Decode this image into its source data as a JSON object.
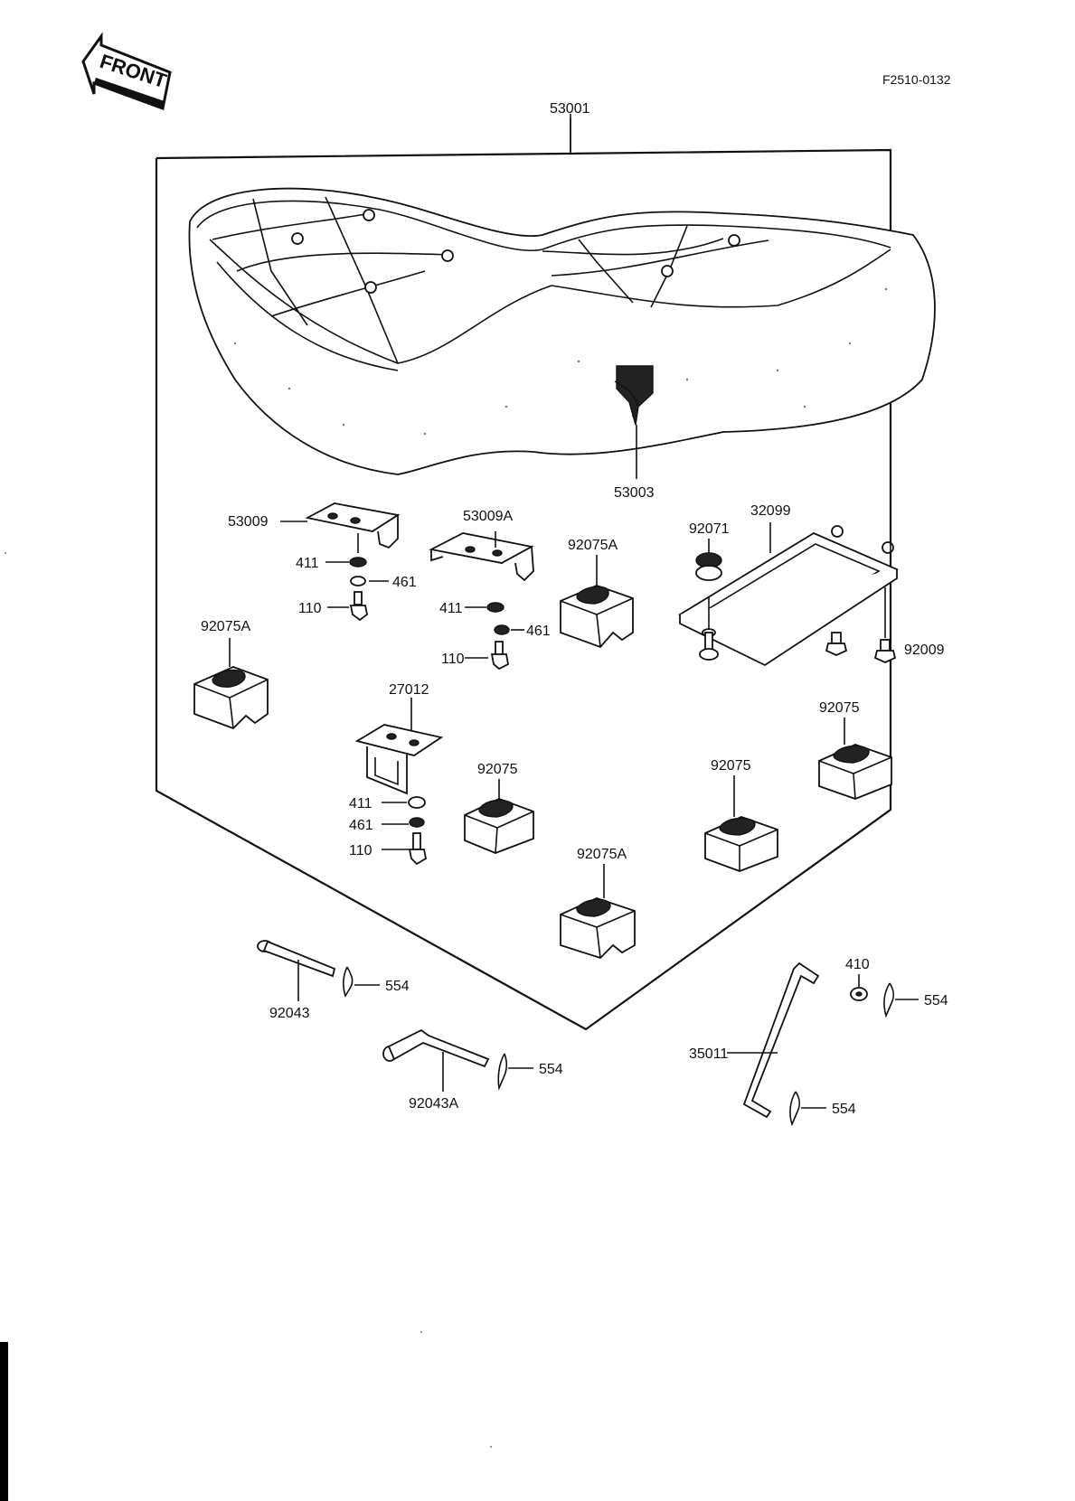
{
  "front_arrow": "FRONT",
  "figure_code": "F2510-0132",
  "labels": {
    "p53001": "53001",
    "p53003": "53003",
    "p53009": "53009",
    "p53009a": "53009A",
    "p92075a_1": "92075A",
    "p92075a_2": "92075A",
    "p92075a_3": "92075A",
    "p92071": "92071",
    "p32099": "32099",
    "p92009": "92009",
    "p411_1": "411",
    "p461_1": "461",
    "p110_1": "110",
    "p411_2": "411",
    "p461_2": "461",
    "p110_2": "110",
    "p27012": "27012",
    "p411_3": "411",
    "p461_3": "461",
    "p110_3": "110",
    "p92075_1": "92075",
    "p92075_2": "92075",
    "p92075_3": "92075",
    "p92043": "92043",
    "p92043a": "92043A",
    "p35011": "35011",
    "p410": "410",
    "p554_1": "554",
    "p554_2": "554",
    "p554_3": "554",
    "p554_4": "554"
  }
}
